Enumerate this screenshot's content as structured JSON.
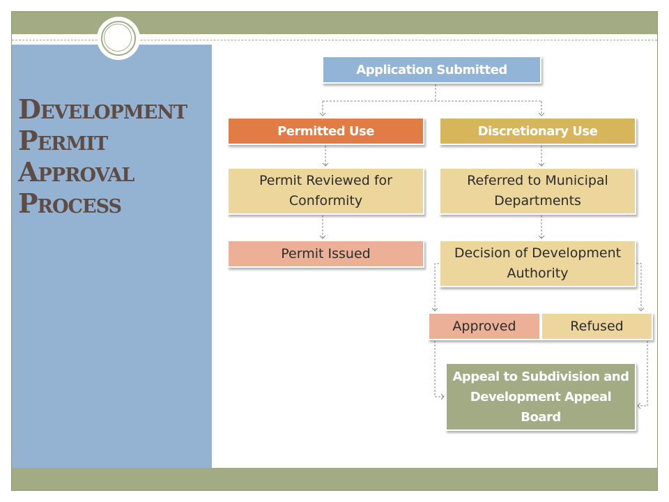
{
  "slide": {
    "title_lines": [
      "Development",
      "Permit",
      "Approval",
      "Process"
    ]
  },
  "flowchart": {
    "application_submitted": "Application Submitted",
    "permitted_use": "Permitted Use",
    "discretionary_use": "Discretionary Use",
    "permit_reviewed": "Permit Reviewed for Conformity",
    "referred_departments": "Referred to Municipal Departments",
    "permit_issued": "Permit Issued",
    "decision_authority": "Decision of Development Authority",
    "approved": "Approved",
    "refused": "Refused",
    "appeal_board": "Appeal to Subdivision and Development Appeal Board"
  },
  "colors": {
    "frame_green": "#a3ab84",
    "side_blue": "#94b3d3",
    "title_brown": "#5e4b44",
    "orange": "#e07c44",
    "gold": "#d7b55a",
    "tan": "#ecd69c",
    "salmon": "#ecb096",
    "blue_box": "#92b4d6"
  }
}
